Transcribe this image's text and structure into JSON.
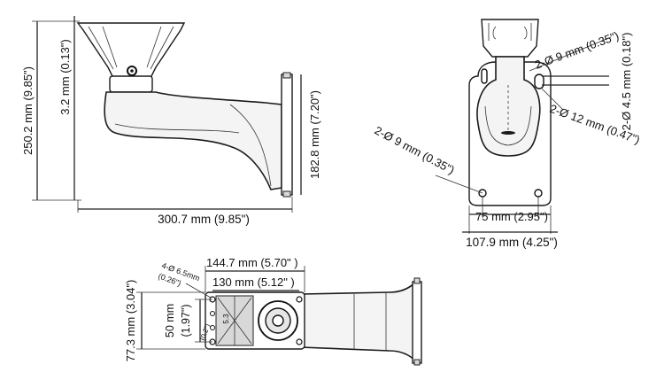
{
  "side_view": {
    "height_total": "250.2 mm (9.85\")",
    "small_offset": "3.2 mm (0.13\")",
    "plate_height": "182.8 mm (7.20\")",
    "length": "300.7 mm (9.85\")"
  },
  "rear_view": {
    "top_hole": "2-Ø 9 mm (0.35\")",
    "cable_hole": "2-Ø 4.5 mm (0.18\")",
    "middle_hole": "2-Ø 12 mm (0.47\")",
    "bottom_hole": "2-Ø 9 mm (0.35\")",
    "hole_spacing": "75 mm (2.95\")",
    "plate_width": "107.9 mm (4.25\")"
  },
  "top_view": {
    "outer_width": "144.7 mm (5.70\" )",
    "inner_width": "130 mm (5.12\" )",
    "screw_hole_a": "4-Ø 6.5mm",
    "screw_hole_b": "(0.26\")",
    "hole_spacing_a": "50 mm",
    "hole_spacing_b": "(1.97\")",
    "total_depth": "77.3 mm (3.04\")",
    "small_label_a": "5.3",
    "small_label_b": "(0.2\")"
  }
}
